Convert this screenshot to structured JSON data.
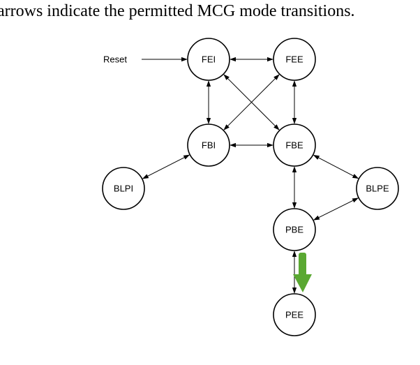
{
  "caption": "arrows indicate the permitted MCG mode transitions.",
  "diagram": {
    "nodes": [
      {
        "id": "FEI",
        "label": "FEI"
      },
      {
        "id": "FEE",
        "label": "FEE"
      },
      {
        "id": "FBI",
        "label": "FBI"
      },
      {
        "id": "FBE",
        "label": "FBE"
      },
      {
        "id": "BLPI",
        "label": "BLPI"
      },
      {
        "id": "BLPE",
        "label": "BLPE"
      },
      {
        "id": "PBE",
        "label": "PBE"
      },
      {
        "id": "PEE",
        "label": "PEE"
      }
    ],
    "reset_label": "Reset",
    "edges": [
      {
        "from": "Reset",
        "to": "FEI",
        "bidirectional": false
      },
      {
        "from": "FEI",
        "to": "FEE",
        "bidirectional": true
      },
      {
        "from": "FEI",
        "to": "FBI",
        "bidirectional": true
      },
      {
        "from": "FEI",
        "to": "FBE",
        "bidirectional": true
      },
      {
        "from": "FEE",
        "to": "FBI",
        "bidirectional": true
      },
      {
        "from": "FEE",
        "to": "FBE",
        "bidirectional": true
      },
      {
        "from": "FBI",
        "to": "FBE",
        "bidirectional": true
      },
      {
        "from": "FBI",
        "to": "BLPI",
        "bidirectional": true
      },
      {
        "from": "FBE",
        "to": "BLPE",
        "bidirectional": true
      },
      {
        "from": "FBE",
        "to": "PBE",
        "bidirectional": true
      },
      {
        "from": "BLPE",
        "to": "PBE",
        "bidirectional": true
      },
      {
        "from": "PBE",
        "to": "PEE",
        "bidirectional": true
      }
    ],
    "highlight_color": "#5aa832"
  }
}
